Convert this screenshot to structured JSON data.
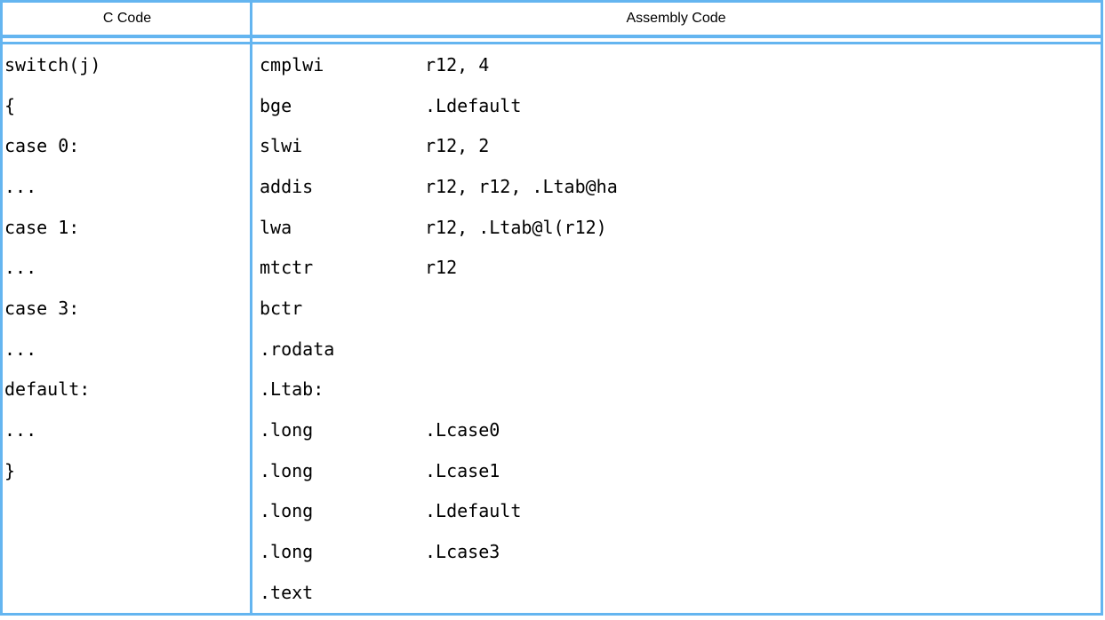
{
  "table": {
    "headers": [
      {
        "label": "C Code"
      },
      {
        "label": "Assembly Code"
      }
    ],
    "c_code_lines": [
      "switch(j)",
      "{",
      "case 0:",
      "...",
      "case 1:",
      "...",
      "case 3:",
      "...",
      "default:",
      "...",
      "}"
    ],
    "assembly_lines": [
      {
        "op": "cmplwi",
        "args": "r12, 4"
      },
      {
        "op": "bge",
        "args": ".Ldefault"
      },
      {
        "op": "slwi",
        "args": "r12, 2"
      },
      {
        "op": "addis",
        "args": "r12, r12, .Ltab@ha"
      },
      {
        "op": "lwa",
        "args": "r12, .Ltab@l(r12)"
      },
      {
        "op": "mtctr",
        "args": "r12"
      },
      {
        "op": "bctr",
        "args": ""
      },
      {
        "op": ".rodata",
        "args": ""
      },
      {
        "op": ".Ltab:",
        "args": ""
      },
      {
        "op": ".long",
        "args": ".Lcase0"
      },
      {
        "op": ".long",
        "args": ".Lcase1"
      },
      {
        "op": ".long",
        "args": ".Ldefault"
      },
      {
        "op": ".long",
        "args": ".Lcase3"
      },
      {
        "op": ".text",
        "args": ""
      }
    ]
  },
  "colors": {
    "border_blue": "#64b5f0",
    "text": "#000000",
    "background": "#ffffff"
  }
}
